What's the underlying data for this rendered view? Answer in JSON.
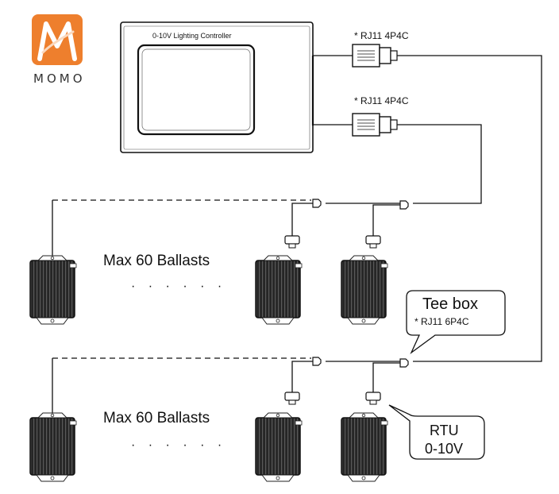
{
  "logo": {
    "text": "MOMO",
    "color": "#ee7f2d"
  },
  "controller": {
    "title": "0-10V Lighting Controller"
  },
  "connectors": {
    "top": "* RJ11 4P4C",
    "middle": "* RJ11 4P4C"
  },
  "groups": {
    "top": {
      "label": "Max 60 Ballasts",
      "dots": "· · · · · ·"
    },
    "bottom": {
      "label": "Max 60 Ballasts",
      "dots": "· · · · · ·"
    }
  },
  "tee_box": {
    "title": "Tee box",
    "subtitle": "* RJ11 6P4C"
  },
  "rtu": {
    "title": "RTU",
    "subtitle": "0-10V"
  }
}
